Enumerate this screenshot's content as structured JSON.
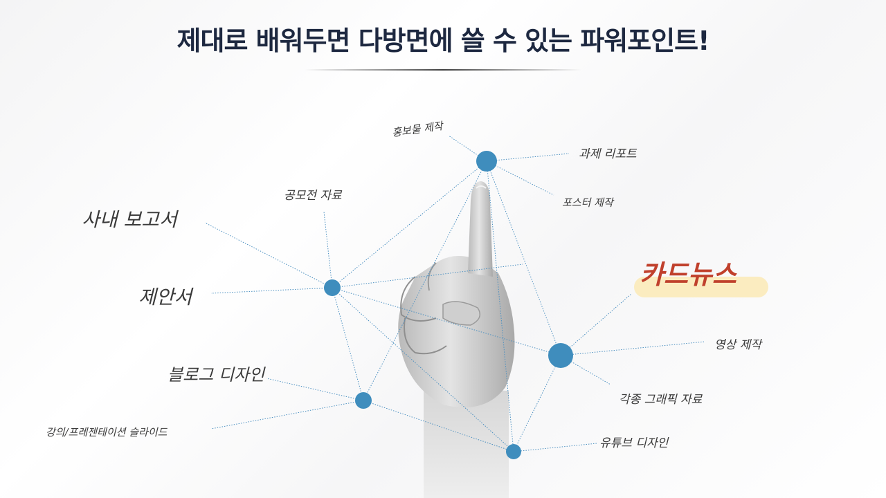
{
  "title": "제대로 배워두면 다방면에 쓸 수 있는 파워포인트!",
  "labels": {
    "promo": "홍보물 제작",
    "assignment": "과제 리포트",
    "poster": "포스터 제작",
    "contest": "공모전 자료",
    "internal_report": "사내 보고서",
    "proposal": "제안서",
    "card_news": "카드뉴스",
    "video": "영상 제작",
    "graphics": "각종 그래픽 자료",
    "blog": "블로그 디자인",
    "lecture": "강의/프레젠테이션 슬라이드",
    "youtube": "유튜브 디자인"
  },
  "colors": {
    "node": "#3f8dbd",
    "title": "#1d2840",
    "accent_text": "#c0402c",
    "highlight": "#fbecc0"
  }
}
